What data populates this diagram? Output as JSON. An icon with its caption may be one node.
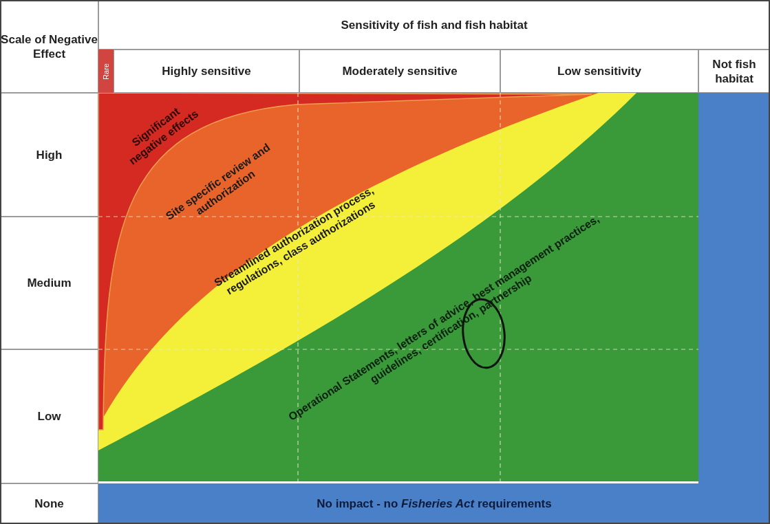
{
  "diagram": {
    "nodes": [
      {
        "text": [
          "No impact - no *Fisheries Act* requirements"
        ]
      }
    ],
    "labels": [
      "Scale of Negative Effect",
      "Sensitivity of fish and fish habitat",
      "Rare",
      "Highly sensitive",
      "Moderately sensitive",
      "Low sensitivity",
      "Not fish habitat",
      "Significant negative effects",
      "High",
      "Site specific review and authorization",
      "Streamlined authorization process, regulations, class authorizations",
      "Medium",
      "Operational Statements, letters of advice, best management practices, guidelines, certification, partnership",
      "Low",
      "None"
    ]
  }
}
